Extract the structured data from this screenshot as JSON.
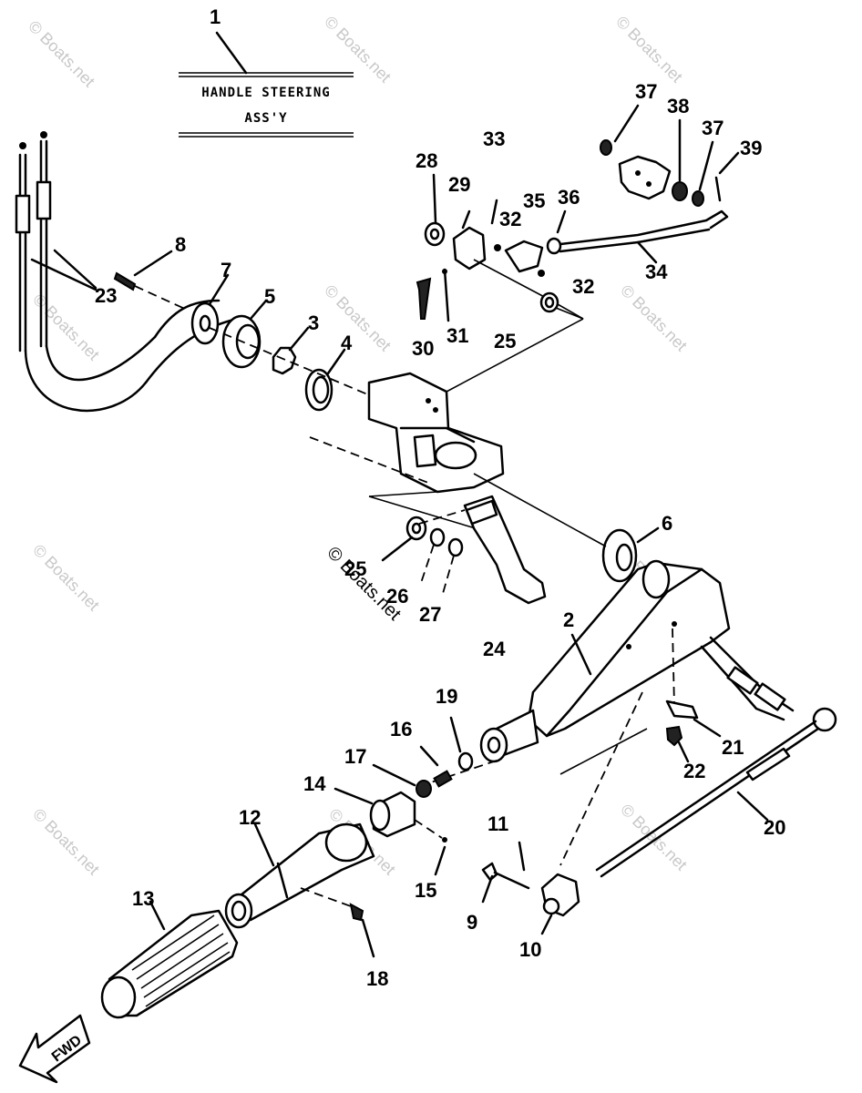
{
  "title": {
    "line1": "HANDLE STEERING",
    "line2": "ASS'Y"
  },
  "fwd_label": "FWD",
  "watermark": "© Boats.net",
  "parts": [
    {
      "id": "p1",
      "label": "1"
    },
    {
      "id": "p2",
      "label": "2"
    },
    {
      "id": "p3",
      "label": "3"
    },
    {
      "id": "p4",
      "label": "4"
    },
    {
      "id": "p5",
      "label": "5"
    },
    {
      "id": "p6",
      "label": "6"
    },
    {
      "id": "p7",
      "label": "7"
    },
    {
      "id": "p8",
      "label": "8"
    },
    {
      "id": "p9",
      "label": "9"
    },
    {
      "id": "p10",
      "label": "10"
    },
    {
      "id": "p11",
      "label": "11"
    },
    {
      "id": "p12",
      "label": "12"
    },
    {
      "id": "p13",
      "label": "13"
    },
    {
      "id": "p14",
      "label": "14"
    },
    {
      "id": "p15",
      "label": "15"
    },
    {
      "id": "p16",
      "label": "16"
    },
    {
      "id": "p17",
      "label": "17"
    },
    {
      "id": "p18",
      "label": "18"
    },
    {
      "id": "p19",
      "label": "19"
    },
    {
      "id": "p20",
      "label": "20"
    },
    {
      "id": "p21",
      "label": "21"
    },
    {
      "id": "p22",
      "label": "22"
    },
    {
      "id": "p23",
      "label": "23"
    },
    {
      "id": "p24",
      "label": "24"
    },
    {
      "id": "p25a",
      "label": "25"
    },
    {
      "id": "p25b",
      "label": "25"
    },
    {
      "id": "p26",
      "label": "26"
    },
    {
      "id": "p27",
      "label": "27"
    },
    {
      "id": "p28",
      "label": "28"
    },
    {
      "id": "p29",
      "label": "29"
    },
    {
      "id": "p30",
      "label": "30"
    },
    {
      "id": "p31",
      "label": "31"
    },
    {
      "id": "p32a",
      "label": "32"
    },
    {
      "id": "p32b",
      "label": "32"
    },
    {
      "id": "p33",
      "label": "33"
    },
    {
      "id": "p34",
      "label": "34"
    },
    {
      "id": "p35",
      "label": "35"
    },
    {
      "id": "p36",
      "label": "36"
    },
    {
      "id": "p37a",
      "label": "37"
    },
    {
      "id": "p37b",
      "label": "37"
    },
    {
      "id": "p38",
      "label": "38"
    },
    {
      "id": "p39",
      "label": "39"
    }
  ]
}
